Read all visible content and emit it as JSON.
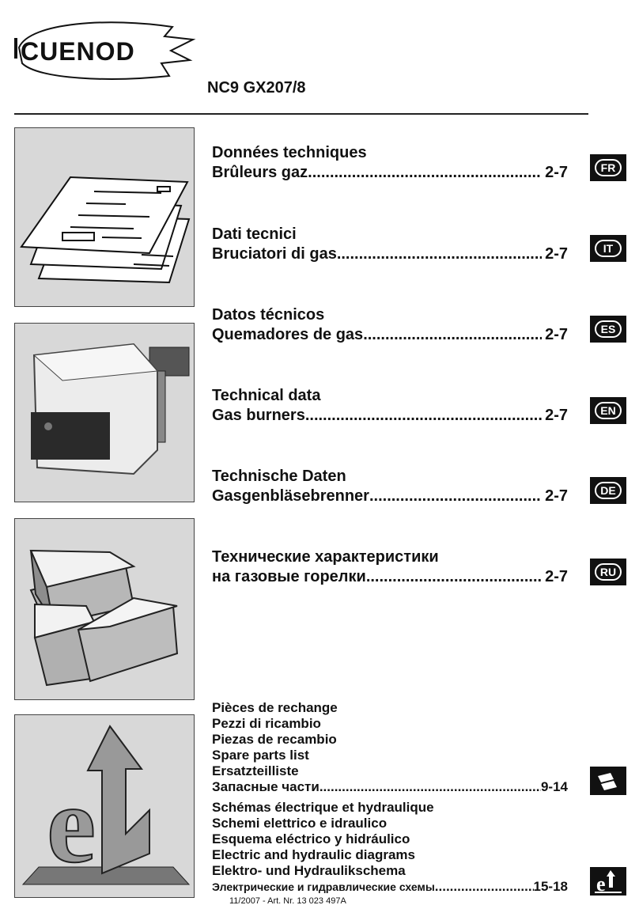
{
  "brand": "CUENOD",
  "model": "NC9 GX207/8",
  "toc": [
    {
      "line1": "Données techniques",
      "line2": "Brûleurs gaz",
      "page": "2-7",
      "lang": "FR"
    },
    {
      "line1": "Dati tecnici",
      "line2": "Bruciatori di gas",
      "page": "2-7",
      "lang": "IT"
    },
    {
      "line1": "Datos técnicos",
      "line2": "Quemadores de gas",
      "page": "2-7",
      "lang": "ES"
    },
    {
      "line1": "Technical data",
      "line2": "Gas burners",
      "page": "2-7",
      "lang": "EN"
    },
    {
      "line1": "Technische Daten",
      "line2": "Gasgenbläsebrenner",
      "page": "2-7",
      "lang": "DE"
    },
    {
      "line1": "Технические характеристики",
      "line2": "на газовые горелки",
      "page": "2-7",
      "lang": "RU"
    }
  ],
  "spare_parts": {
    "lines": [
      "Pièces de rechange",
      "Pezzi di ricambio",
      "Piezas de recambio",
      "Spare parts list",
      "Ersatzteilliste"
    ],
    "last": "Запасные части",
    "page": "9-14"
  },
  "diagrams": {
    "lines": [
      "Schémas électrique et hydraulique",
      "Schemi elettrico e idraulico",
      "Esquema eléctrico y hidráulico",
      "Electric and hydraulic diagrams",
      "Elektro- und Hydraulikschema"
    ],
    "last": "Электрические и гидравлические схемы",
    "page": "15-18"
  },
  "footer": "11/2007 - Art. Nr. 13 023 497A",
  "dots": "........................................................................................................................................................"
}
